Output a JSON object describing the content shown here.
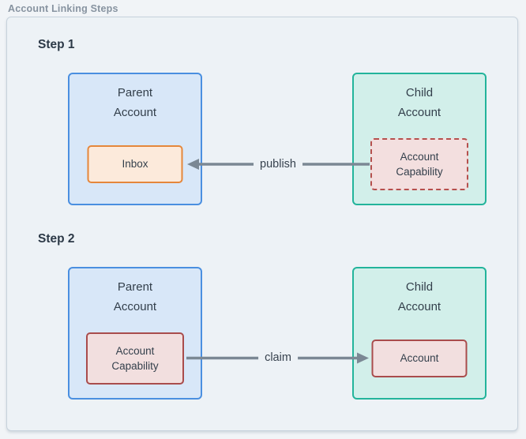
{
  "page": {
    "title": "Account Linking Steps"
  },
  "colors": {
    "frame_bg": "#edf2f6",
    "frame_border": "#c7d2dc",
    "parent_fill": "#d8e7f8",
    "parent_border": "#4a8fe0",
    "child_fill": "#d2efea",
    "child_border": "#23b49b",
    "inbox_fill": "#fceadb",
    "inbox_border": "#e5873b",
    "capability_fill": "#f2dfdf",
    "capability_border": "#a94c4c",
    "capability_dashed_border": "#b5504d",
    "arrow": "#7b8894",
    "heading_text": "#2c3947",
    "box_text": "#333f4b",
    "title_text": "#8793a0"
  },
  "steps": [
    {
      "heading": "Step 1",
      "parent_box": {
        "title": "Parent\nAccount",
        "inner_label": "Inbox"
      },
      "child_box": {
        "title": "Child\nAccount",
        "inner_label": "Account\nCapability"
      },
      "arrow_label": "publish",
      "arrow_direction": "left"
    },
    {
      "heading": "Step 2",
      "parent_box": {
        "title": "Parent\nAccount",
        "inner_label": "Account\nCapability"
      },
      "child_box": {
        "title": "Child\nAccount",
        "inner_label": "Account"
      },
      "arrow_label": "claim",
      "arrow_direction": "right"
    }
  ]
}
